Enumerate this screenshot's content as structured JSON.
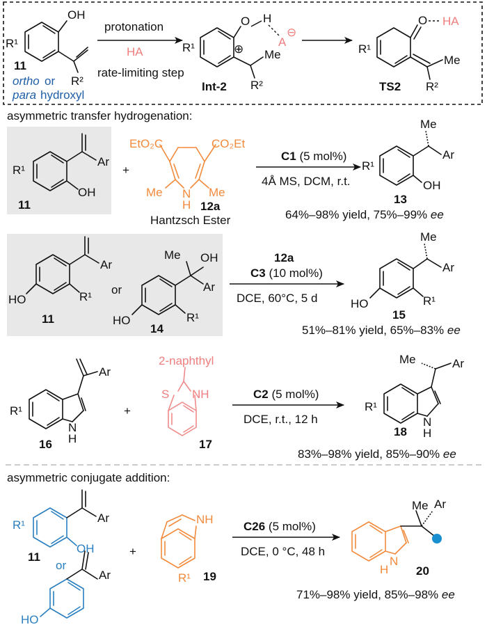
{
  "colors": {
    "orange": "#f28a3c",
    "pink": "#ef7e7e",
    "blue": "#2a7fc0",
    "teal": "#1a8fd0",
    "grey_box": "#e8e8e8"
  },
  "top": {
    "r1": "R¹",
    "oh": "OH",
    "cmpd11": "11",
    "r2": "R²",
    "ortho": "ortho",
    "or": "or",
    "para": "para",
    "hydroxyl": "hydroxyl",
    "protonation": "protonation",
    "ha": "HA",
    "rate_limiting": "rate-limiting step",
    "int2_o": "O",
    "int2_h": "H",
    "int2_a": "A",
    "minus": "⊖",
    "plus": "⊕",
    "me": "Me",
    "int2": "Int-2",
    "ts2": "TS2",
    "ts_o": "O",
    "ts_ha": "HA"
  },
  "section1": {
    "heading": "asymmetric transfer hydrogenation:"
  },
  "rxn1": {
    "r1": "R¹",
    "ar": "Ar",
    "oh": "OH",
    "cmpd11": "11",
    "plus": "+",
    "eto2c": "EtO₂C",
    "co2et": "CO₂Et",
    "me_left": "Me",
    "me_right": "Me",
    "nh": "N",
    "h": "H",
    "cmpd12a": "12a",
    "hantzsch": "Hantzsch Ester",
    "cat": "C1",
    "cat_load": " (5 mol%)",
    "cond": "4Å MS, DCM, r.t.",
    "prod_me": "Me",
    "prod_ar": "Ar",
    "prod_r1": "R¹",
    "prod_oh": "OH",
    "cmpd13": "13",
    "yield": "64%–98% yield, 75%–99% ",
    "ee": "ee"
  },
  "rxn2": {
    "ar": "Ar",
    "ho": "HO",
    "r1": "R¹",
    "cmpd11": "11",
    "or": "or",
    "me": "Me",
    "oh": "OH",
    "ar2": "Ar",
    "ho2": "HO",
    "r1b": "R¹",
    "cmpd14": "14",
    "reagent": "12a",
    "cat": "C3",
    "cat_load": " (10 mol%)",
    "cond": "DCE, 60°C, 5 d",
    "prod_me": "Me",
    "prod_ar": "Ar",
    "prod_ho": "HO",
    "prod_r1": "R¹",
    "cmpd15": "15",
    "yield": "51%–81% yield, 65%–83% ",
    "ee": "ee"
  },
  "rxn3": {
    "ar": "Ar",
    "r1": "R¹",
    "n": "N",
    "h": "H",
    "cmpd16": "16",
    "plus": "+",
    "naphthyl": "2-naphthyl",
    "s": "S",
    "nh": "NH",
    "cmpd17": "17",
    "cat": "C2",
    "cat_load": " (5 mol%)",
    "cond": "DCE, r.t., 12 h",
    "prod_me": "Me",
    "prod_ar": "Ar",
    "prod_r1": "R¹",
    "prod_n": "N",
    "prod_h": "H",
    "cmpd18": "18",
    "yield": "83%–98% yield, 85%–90% ",
    "ee": "ee"
  },
  "section2": {
    "heading": "asymmetric conjugate addition:"
  },
  "rxn4": {
    "r1": "R¹",
    "ar": "Ar",
    "oh": "OH",
    "cmpd11": "11",
    "or": "or",
    "ho": "HO",
    "ar2": "Ar",
    "plus": "+",
    "nh": "NH",
    "r1b": "R¹",
    "cmpd19": "19",
    "cat": "C26",
    "cat_load": " (5 mol%)",
    "cond": "DCE, 0 °C, 48 h",
    "prod_me": "Me",
    "prod_ar": "Ar",
    "prod_n": "N",
    "prod_h": "H",
    "cmpd20": "20",
    "yield": "71%–98% yield, 85%–98% ",
    "ee": "ee"
  }
}
